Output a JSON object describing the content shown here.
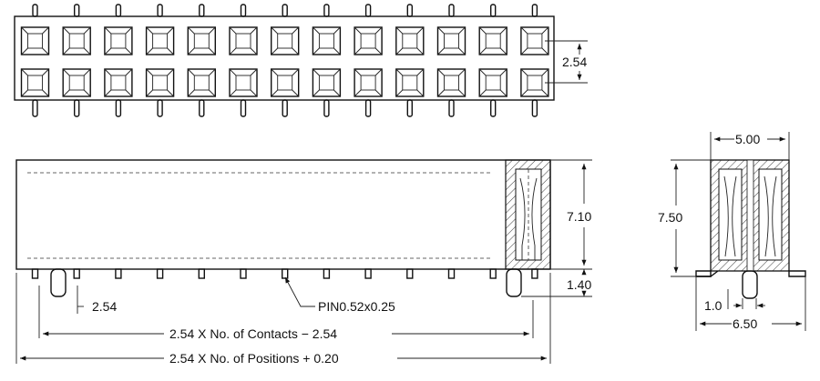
{
  "labels": {
    "pitch_top": "2.54",
    "pitch_bottom": "2.54",
    "height_body": "7.10",
    "height_side": "7.50",
    "tail": "1.40",
    "width_top": "5.00",
    "width_bottom": "6.50",
    "foot": "1.0",
    "pin": "PIN0.52x0.25",
    "formula_contacts": "2.54 X No. of Contacts − 2.54",
    "formula_positions": "2.54 X No. of Positions + 0.20"
  },
  "layout_counts": {
    "columns": 13,
    "rows": 2
  },
  "colors": {
    "line": "#111111",
    "hatch": "#444444",
    "paper": "#ffffff"
  }
}
